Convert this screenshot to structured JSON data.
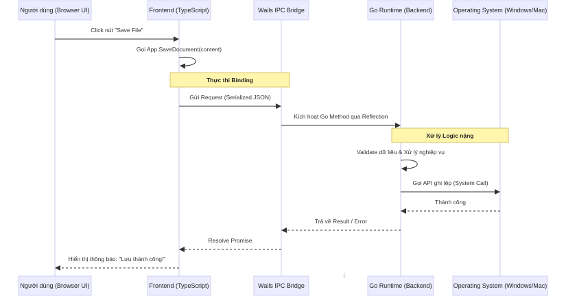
{
  "actors": [
    {
      "id": "user",
      "label": "Người dùng (Browser UI)"
    },
    {
      "id": "frontend",
      "label": "Frontend (TypeScript)"
    },
    {
      "id": "bridge",
      "label": "Wails IPC Bridge"
    },
    {
      "id": "go",
      "label": "Go Runtime (Backend)"
    },
    {
      "id": "os",
      "label": "Operating System (Windows/Mac)"
    }
  ],
  "steps": [
    {
      "kind": "message",
      "from": "user",
      "to": "frontend",
      "label": "Click nút \"Save File\"",
      "style": "solid"
    },
    {
      "kind": "self",
      "actor": "frontend",
      "label": "Gọi App.SaveDocument(content)"
    },
    {
      "kind": "note",
      "actor": "frontend",
      "label": "Thực thi Binding"
    },
    {
      "kind": "message",
      "from": "frontend",
      "to": "bridge",
      "label": "Gửi Request (Serialized JSON)",
      "style": "solid"
    },
    {
      "kind": "message",
      "from": "bridge",
      "to": "go",
      "label": "Kích hoạt Go Method qua Reflection",
      "style": "solid"
    },
    {
      "kind": "note",
      "actor": "go",
      "label": "Xử lý Logic nặng"
    },
    {
      "kind": "self",
      "actor": "go",
      "label": "Validate dữ liệu & Xử lý nghiệp vụ"
    },
    {
      "kind": "message",
      "from": "go",
      "to": "os",
      "label": "Gọi API ghi tệp (System Call)",
      "style": "solid"
    },
    {
      "kind": "message",
      "from": "os",
      "to": "go",
      "label": "Thành công",
      "style": "dashed"
    },
    {
      "kind": "message",
      "from": "go",
      "to": "bridge",
      "label": "Trả về Result / Error",
      "style": "dashed"
    },
    {
      "kind": "message",
      "from": "bridge",
      "to": "frontend",
      "label": "Resolve Promise",
      "style": "dashed"
    },
    {
      "kind": "message",
      "from": "frontend",
      "to": "user",
      "label": "Hiển thị thông báo: \"Lưu thành công!\"",
      "style": "dashed"
    }
  ],
  "icons": {
    "download": "download-icon"
  }
}
